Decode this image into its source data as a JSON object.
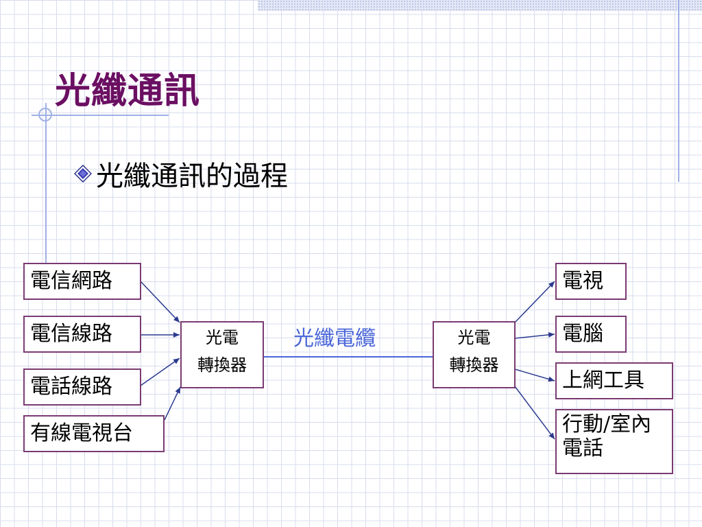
{
  "slide": {
    "title": "光纖通訊",
    "bullet": "光纖通訊的過程",
    "cable_label": "光纖電纜",
    "colors": {
      "title": "#6b0f62",
      "box_border": "#7a3a72",
      "cable": "#4a66d8",
      "grid": "#d7dcec",
      "rule": "#9fb0e6"
    },
    "bullet_icon": "diamond-bullet-icon"
  },
  "diagram": {
    "sources": [
      "電信網路",
      "電信線路",
      "電話線路",
      "有線電視台"
    ],
    "converter_left": {
      "line1": "光電",
      "line2": "轉換器"
    },
    "converter_right": {
      "line1": "光電",
      "line2": "轉換器"
    },
    "targets": [
      "電視",
      "電腦",
      "上網工具",
      "行動/室內電話"
    ]
  }
}
